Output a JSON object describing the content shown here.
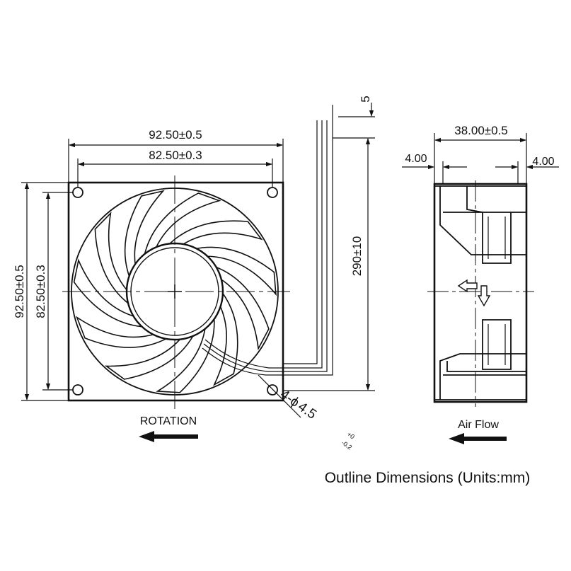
{
  "front_view": {
    "width_outer": "92.50±0.5",
    "width_holes": "82.50±0.3",
    "height_outer": "92.50±0.5",
    "height_holes": "82.50±0.3",
    "cable_length": "290±10",
    "wire_pitch": "5",
    "hole_prefix": "4-",
    "hole_symbol": "ϕ",
    "hole_value": "4.5",
    "hole_tol_upper": "+0",
    "hole_tol_lower": "-0.2",
    "rotation_label": "ROTATION"
  },
  "side_view": {
    "depth": "38.00±0.5",
    "offset_left": "4.00",
    "offset_right": "4.00",
    "airflow_label": "Air Flow"
  },
  "caption": "Outline Dimensions (Units:mm)"
}
